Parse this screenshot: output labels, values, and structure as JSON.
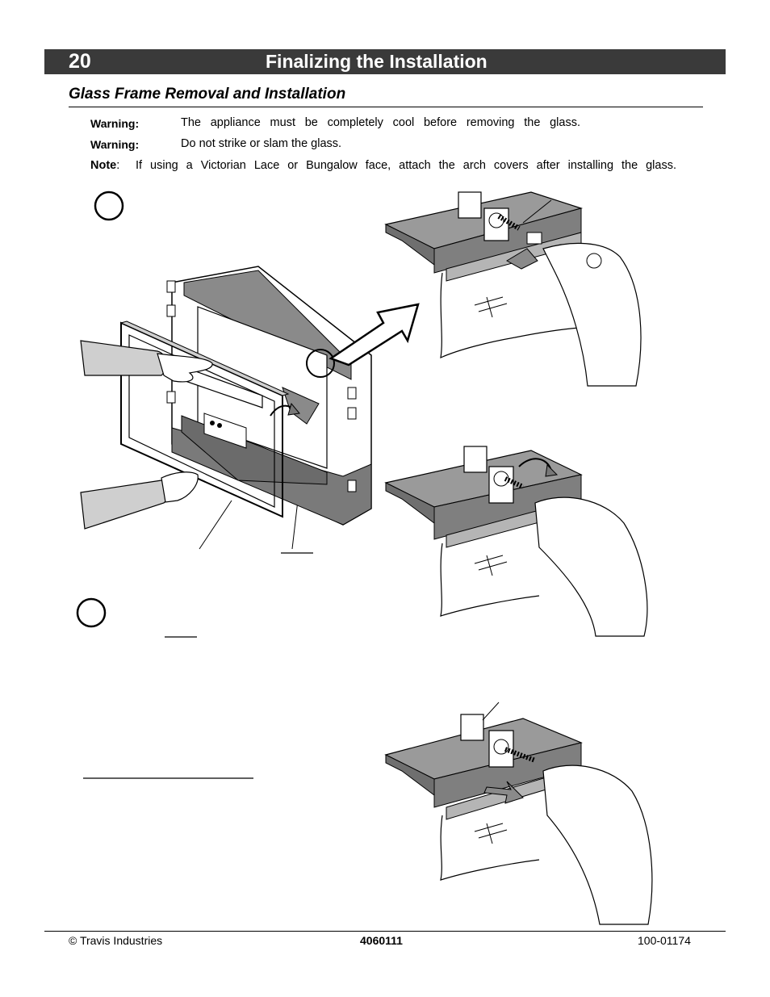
{
  "header": {
    "page_number": "20",
    "title": "Finalizing the Installation"
  },
  "section": {
    "heading": "Glass Frame Removal and Installation"
  },
  "notices": {
    "warning1_label": "Warning:",
    "warning1_text": "The appliance must be completely cool before removing the glass.",
    "warning2_label": "Warning:",
    "warning2_text": "Do not strike or slam the glass.",
    "note_label": "Note",
    "note_text": "If using a Victorian Lace or Bungalow face, attach the arch covers after installing the glass."
  },
  "footer": {
    "copyright": "© Travis Industries",
    "doc_number": "4060111",
    "part_number": "100-01174"
  }
}
